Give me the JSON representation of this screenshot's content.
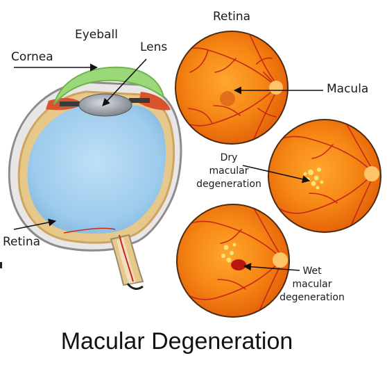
{
  "title": "Macular Degeneration",
  "labels": {
    "eyeball": "Eyeball",
    "cornea": "Cornea",
    "lens": "Lens",
    "retina_side": "Retina",
    "retina_top": "Retina",
    "macula": "Macula",
    "dry": [
      "Dry",
      "macular",
      "degeneration"
    ],
    "wet": [
      "Wet",
      "macular",
      "degeneration"
    ]
  },
  "colors": {
    "fundus_orange": "#f07a10",
    "fundus_highlight": "#ffb040",
    "vessel_red": "#c8281a",
    "vitreous_blue": "#9ccbec",
    "cornea_green": "#9bd87a",
    "drusen_yellow": "#f6e37a",
    "hemorrhage_red": "#b8160e"
  },
  "icons": [
    "eyeball-cross-section-illustration",
    "retina-fundus-illustration"
  ]
}
